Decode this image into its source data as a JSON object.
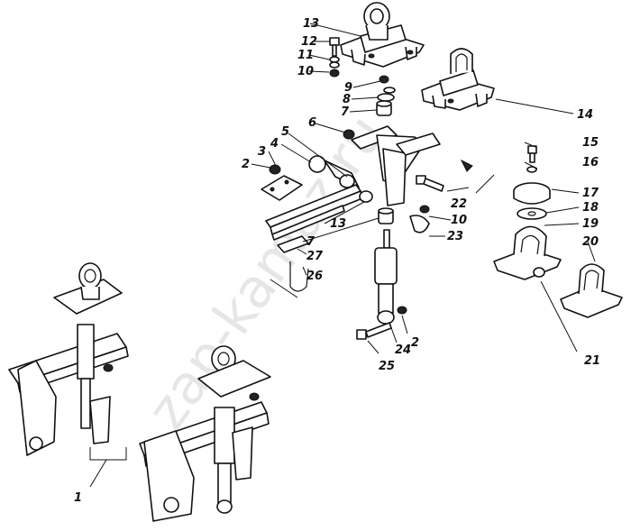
{
  "watermark": "zap-kamaz.ru",
  "labels": {
    "l1": "1",
    "l2a": "2",
    "l2b": "2",
    "l3": "3",
    "l4": "4",
    "l5": "5",
    "l6": "6",
    "l7a": "7",
    "l7b": "7",
    "l8": "8",
    "l9": "9",
    "l10a": "10",
    "l10b": "10",
    "l11": "11",
    "l12": "12",
    "l13a": "13",
    "l13b": "13",
    "l14": "14",
    "l15": "15",
    "l16": "16",
    "l17": "17",
    "l18": "18",
    "l19": "19",
    "l20": "20",
    "l21": "21",
    "l22": "22",
    "l23": "23",
    "l24": "24",
    "l25": "25",
    "l26": "26",
    "l27": "27"
  }
}
